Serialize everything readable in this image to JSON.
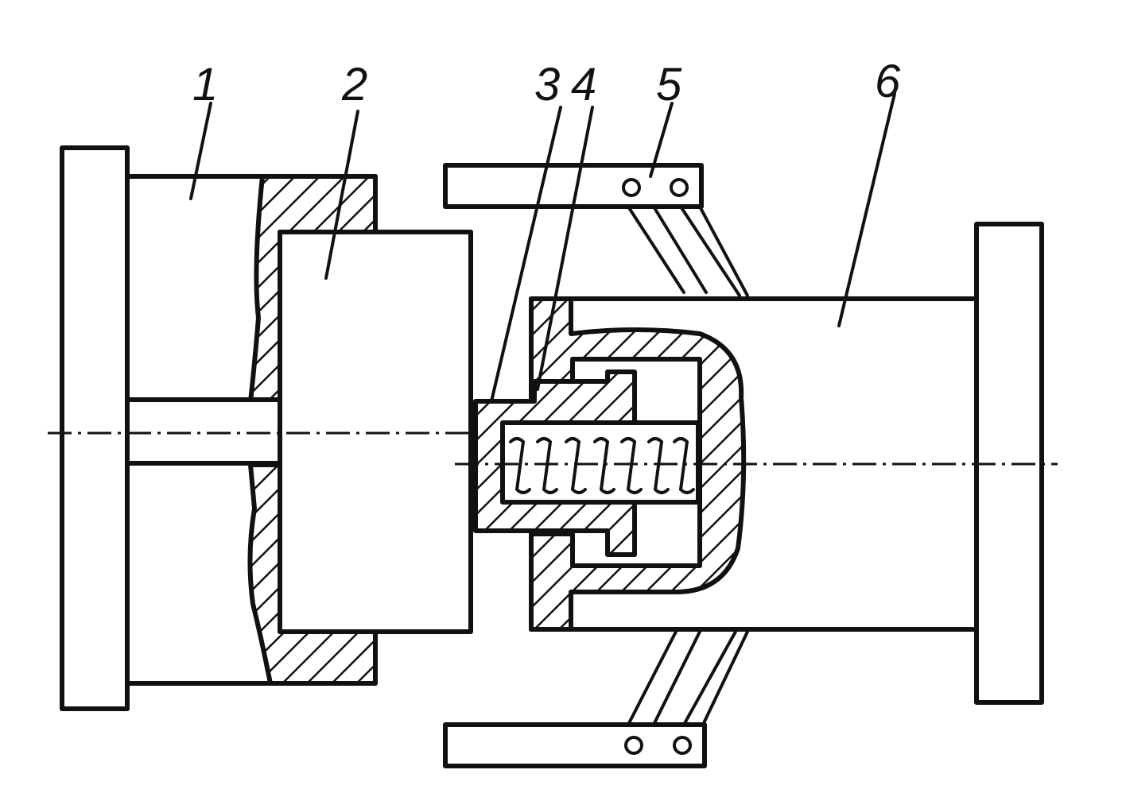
{
  "figure": {
    "labels": [
      "1",
      "2",
      "3",
      "4",
      "5",
      "6"
    ]
  }
}
